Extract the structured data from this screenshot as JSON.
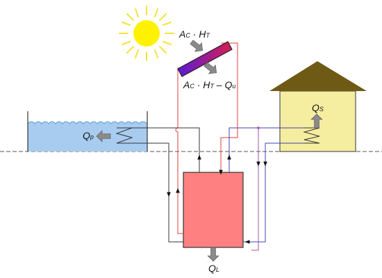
{
  "labels": {
    "collector_in": {
      "a": "A",
      "a_sub": "C",
      "dot": " · ",
      "h": "H",
      "h_sub": "T"
    },
    "collector_out": {
      "a": "A",
      "a_sub": "C",
      "dot": " · ",
      "h": "H",
      "h_sub": "T",
      "minus": " – ",
      "q": "Q",
      "q_sub": "u"
    },
    "pool_loss": {
      "q": "Q",
      "q_sub": "p"
    },
    "house_heat": {
      "q": "Q",
      "q_sub": "S"
    },
    "tank_loss": {
      "q": "Q",
      "q_sub": "L"
    }
  },
  "colors": {
    "sun_fill": "#fff200",
    "sun_rays": "#f7e23a",
    "water_fill": "#a8ccf0",
    "water_line": "#5b9bd5",
    "tank_fill": "#ff8080",
    "house_wall": "#f5eda0",
    "house_roof": "#6e5a14",
    "collector_start": "#5a1bd6",
    "collector_end": "#d81d52",
    "solar_loop": "#e83a3a",
    "house_loop": "#4040b0",
    "house_return": "#a050a0",
    "pool_loop": "#333333",
    "arrow_fill": "#8a8a8a"
  },
  "icons": [
    "sun-icon",
    "house-icon",
    "pool-icon",
    "storage-tank-icon",
    "solar-collector-icon",
    "heat-exchanger-coil-icon"
  ]
}
